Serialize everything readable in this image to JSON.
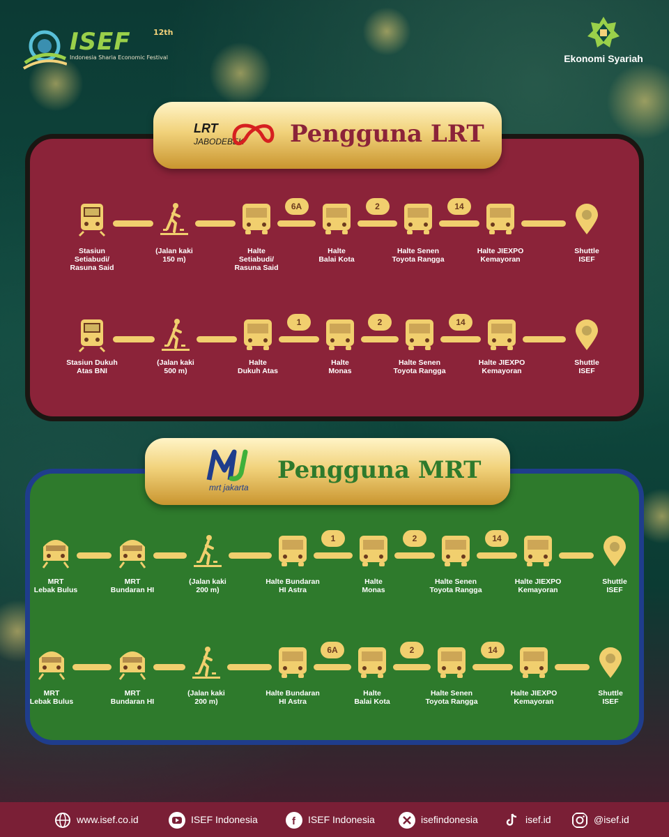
{
  "brand": {
    "isef_name": "ISEF",
    "isef_edition": "12th",
    "isef_tagline": "Indonesia Sharia Economic Festival",
    "ekonomi_syariah": "Ekonomi Syariah"
  },
  "colors": {
    "lrt_panel": "#8b2339",
    "mrt_panel": "#2e7a2c",
    "gold": "#f1cf6e",
    "footer": "#7a1f36"
  },
  "lrt": {
    "title": "Pengguna LRT",
    "logo_line1": "LRT",
    "logo_line2": "JABODEBEK",
    "route1": {
      "stops": [
        "Stasiun\nSetiabudi/\nRasuna Said",
        "(Jalan kaki\n150 m)",
        "Halte\nSetiabudi/\nRasuna Said",
        "Halte\nBalai Kota",
        "Halte Senen\nToyota Rangga",
        "Halte JIEXPO\nKemayoran",
        "Shuttle\nISEF"
      ],
      "badges": [
        "6A",
        "2",
        "14"
      ]
    },
    "route2": {
      "stops": [
        "Stasiun Dukuh\nAtas BNI",
        "(Jalan kaki\n500 m)",
        "Halte\nDukuh Atas",
        "Halte\nMonas",
        "Halte Senen\nToyota Rangga",
        "Halte JIEXPO\nKemayoran",
        "Shuttle\nISEF"
      ],
      "badges": [
        "1",
        "2",
        "14"
      ]
    }
  },
  "mrt": {
    "title": "Pengguna MRT",
    "logo_text": "mrt jakarta",
    "route1": {
      "stops": [
        "MRT\nLebak Bulus",
        "MRT\nBundaran HI",
        "(Jalan kaki\n200 m)",
        "Halte Bundaran\nHI Astra",
        "Halte\nMonas",
        "Halte Senen\nToyota Rangga",
        "Halte JIEXPO\nKemayoran",
        "Shuttle\nISEF"
      ],
      "badges": [
        "1",
        "2",
        "14"
      ]
    },
    "route2": {
      "stops": [
        "MRT\nLebak Bulus",
        "MRT\nBundaran HI",
        "(Jalan kaki\n200 m)",
        "Halte Bundaran\nHI Astra",
        "Halte\nBalai Kota",
        "Halte Senen\nToyota Rangga",
        "Halte JIEXPO\nKemayoran",
        "Shuttle\nISEF"
      ],
      "badges": [
        "6A",
        "2",
        "14"
      ]
    }
  },
  "footer": {
    "website": "www.isef.co.id",
    "youtube": "ISEF Indonesia",
    "facebook": "ISEF Indonesia",
    "x": "isefindonesia",
    "tiktok": "isef.id",
    "instagram": "@isef.id"
  }
}
